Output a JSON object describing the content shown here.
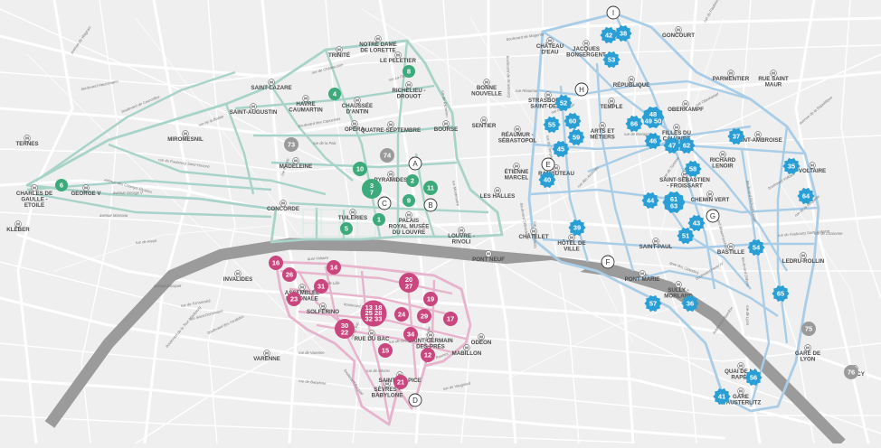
{
  "colors": {
    "background": "#efefef",
    "streets": "#ffffff",
    "seine": "#9a9a9a",
    "zone_green": "#a8d3c9",
    "zone_pink": "#e7b3cd",
    "zone_blue": "#a9cde6",
    "badge_green": "#3daa7b",
    "badge_pink": "#c9467e",
    "badge_blue": "#2a9fd6",
    "badge_grey": "#9a9a9a"
  },
  "metro_icon_letter": "M",
  "stations": [
    "TERNES",
    "CHARLES DE GAULLE - ETOILE",
    "KLÉBER",
    "GEORGE V",
    "MIROMESNIL",
    "SAINT-AUGUSTIN",
    "SAINT-LAZARE",
    "TRINITÉ",
    "NOTRE DAME DE LORETTE",
    "LE PELETIER",
    "HAVRE CAUMARTIN",
    "CHAUSSÉE D'ANTIN",
    "RICHELIEU - DROUOT",
    "OPÉRA",
    "QUATRE-SEPTEMBRE",
    "BOURSE",
    "MADELEINE",
    "PYRAMIDES",
    "CONCORDE",
    "TUILERIES",
    "PALAIS ROYAL MUSÉE DU LOUVRE",
    "LOUVRE - RIVOLI",
    "BONNE NOUVELLE",
    "SENTIER",
    "CHÂTEAU D'EAU",
    "JACQUES BONSERGENT",
    "GONCOURT",
    "STRASBOURG SAINT-DENIS",
    "RÉPUBLIQUE",
    "PARMENTIER",
    "RUE SAINT MAUR",
    "TEMPLE",
    "OBERKAMPF",
    "SAINT-AMBROISE",
    "RÉAUMUR - SÉBASTOPOL",
    "ARTS ET MÉTIERS",
    "FILLES DU CALVAIRE",
    "RICHARD LENOIR",
    "VOLTAIRE",
    "ÉTIENNE MARCEL",
    "RAMBUTEAU",
    "SAINT-SÉBASTIEN - FROISSART",
    "LES HALLES",
    "CHEMIN VERT",
    "CHÂTELET",
    "HÔTEL DE VILLE",
    "SAINT-PAUL",
    "BASTILLE",
    "LEDRU-ROLLIN",
    "PONT NEUF",
    "PONT MARIE",
    "SULLY - MORLAND",
    "INVALIDES",
    "ASSEMBLÉE NATIONALE",
    "SOLFÉRINO",
    "RUE DU BAC",
    "SAINT-GERMAIN DES-PRÉS",
    "MABILLON",
    "ODÉON",
    "VARENNE",
    "SÈVRES - BABYLONE",
    "SAINT-SULPICE",
    "QUAI DE LA RAPÉE",
    "GARE DE LYON",
    "GARE D'AUSTERLITZ",
    "BERCY"
  ],
  "zone_letters": [
    "A",
    "B",
    "C",
    "D",
    "E",
    "F",
    "G",
    "H",
    "I"
  ],
  "badges_green": [
    "1",
    "2",
    "3\n7",
    "4",
    "5",
    "6",
    "8",
    "9",
    "10",
    "11"
  ],
  "badges_pink": [
    "12",
    "13 18\n25 28\n32 33",
    "14",
    "15",
    "16",
    "17",
    "19",
    "20\n27",
    "21",
    "23",
    "24",
    "26",
    "29",
    "30\n22",
    "31",
    "34"
  ],
  "badges_blue": [
    "35",
    "36",
    "37",
    "38",
    "39",
    "40",
    "41",
    "42",
    "43",
    "44",
    "45",
    "46",
    "47",
    "48\n49 50",
    "51",
    "52",
    "53",
    "54",
    "55",
    "56",
    "57",
    "58",
    "59",
    "60",
    "61\n63",
    "62",
    "64",
    "65",
    "66"
  ],
  "badges_grey": [
    "73",
    "74",
    "75",
    "76"
  ],
  "street_labels": [
    "avenue de Wagram",
    "boulevard Haussmann",
    "rue du Faubourg Saint-Honoré",
    "avenue des Champs-Élysées",
    "rue de Rivoli",
    "boulevard Saint-Germain",
    "rue de Grenelle",
    "rue de Varenne",
    "rue de Babylone",
    "rue de Vaugirard",
    "rue de Rennes",
    "boulevard Raspail",
    "rue de Lille",
    "quai Voltaire",
    "rue de Sèvres",
    "boulevard de Magenta",
    "boulevard de Strasbourg",
    "rue du Faubourg Saint-Antoine",
    "boulevard Beaumarchais",
    "rue de Bretagne",
    "boulevard Voltaire",
    "rue de la Roquette",
    "rue Oberkampf",
    "boulevard Richard Lenoir",
    "boulevard Bourdon",
    "quai des Célestins",
    "rue de Charonne",
    "rue du Temple",
    "rue Saint-Martin",
    "rue Réaumur",
    "boulevard Sébastopol",
    "rue Montmartre",
    "rue de la Paix",
    "rue Royale",
    "boulevard des Capucines",
    "rue La Fayette",
    "rue de Châteaudun",
    "boulevard de Courcelles",
    "avenue Marceau",
    "avenue George V",
    "rue de la Boétie",
    "avenue Bosquet",
    "rue de l'Université",
    "rue Saint-Dominique",
    "boulevard de la Tour-Maubourg",
    "boulevard des Invalides",
    "rue du Bac",
    "rue de Seine",
    "rue de Richelieu",
    "rue de Turbigo",
    "avenue de la République",
    "rue du Faubourg du Temple",
    "rue des Archives",
    "rue de Turenne",
    "boulevard Henri IV",
    "rue de Lyon",
    "boulevard Diderot"
  ]
}
